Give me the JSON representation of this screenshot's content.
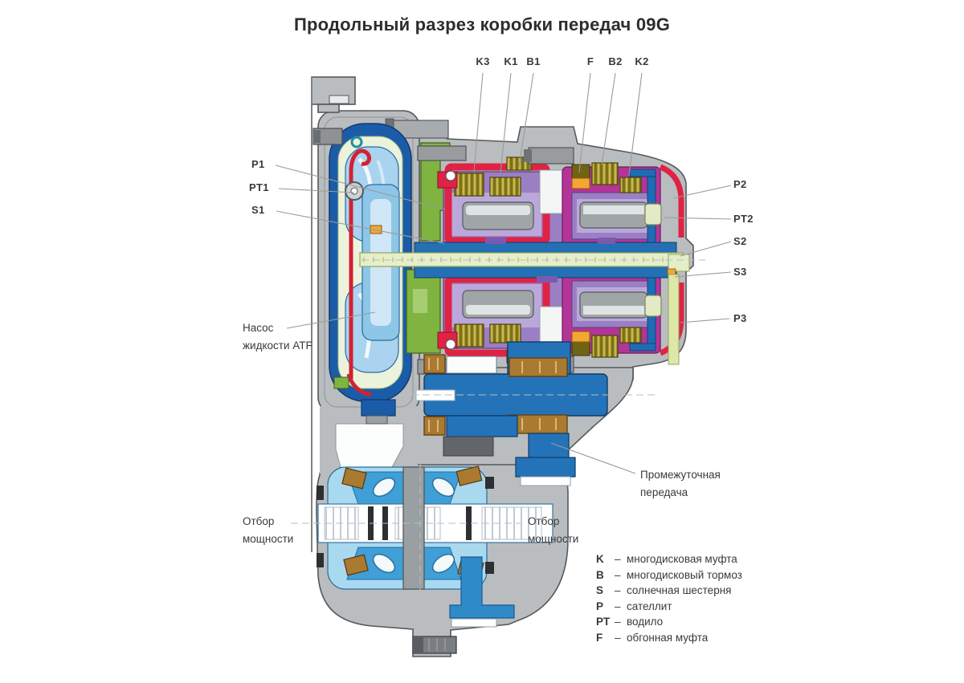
{
  "title": "Продольный разрез коробки передач 09G",
  "callouts": {
    "top": [
      {
        "label": "K3"
      },
      {
        "label": "K1"
      },
      {
        "label": "B1"
      },
      {
        "label": "F"
      },
      {
        "label": "B2"
      },
      {
        "label": "K2"
      }
    ],
    "left": [
      {
        "label": "P1"
      },
      {
        "label": "PT1"
      },
      {
        "label": "S1"
      }
    ],
    "right": [
      {
        "label": "P2"
      },
      {
        "label": "PT2"
      },
      {
        "label": "S2"
      },
      {
        "label": "S3"
      },
      {
        "label": "P3"
      }
    ],
    "pump": {
      "line1": "Насос",
      "line2": "жидкости ATF"
    },
    "intermediate_gear": {
      "line1": "Промежуточная",
      "line2": "передача"
    },
    "power_takeoff_left": {
      "line1": "Отбор",
      "line2": "мощности"
    },
    "power_takeoff_center": {
      "line1": "Отбор",
      "line2": "мощности"
    }
  },
  "legend": {
    "items": [
      {
        "code": "K",
        "separator": "–",
        "description": "многодисковая муфта"
      },
      {
        "code": "B",
        "separator": "–",
        "description": "многодисковый тормоз"
      },
      {
        "code": "S",
        "separator": "–",
        "description": "солнечная шестерня"
      },
      {
        "code": "P",
        "separator": "–",
        "description": "сателлит"
      },
      {
        "code": "PT",
        "separator": "–",
        "description": "водило"
      },
      {
        "code": "F",
        "separator": "–",
        "description": "обгонная муфта"
      }
    ]
  },
  "colors": {
    "housing_gray": "#b9bdbf",
    "converter_blue": "#1b5ca9",
    "light_blue": "#a9d3ee",
    "diff_blue": "#3f9fd6",
    "gear_blue": "#2473b8",
    "red": "#e02244",
    "magenta": "#b33597",
    "purple": "#9a7fc4",
    "green": "#7fb440",
    "olive_friction": "#7c7018",
    "orange": "#f3a733",
    "shaft_pale": "#e6efc9",
    "leader_line": "#9b9b9b"
  }
}
